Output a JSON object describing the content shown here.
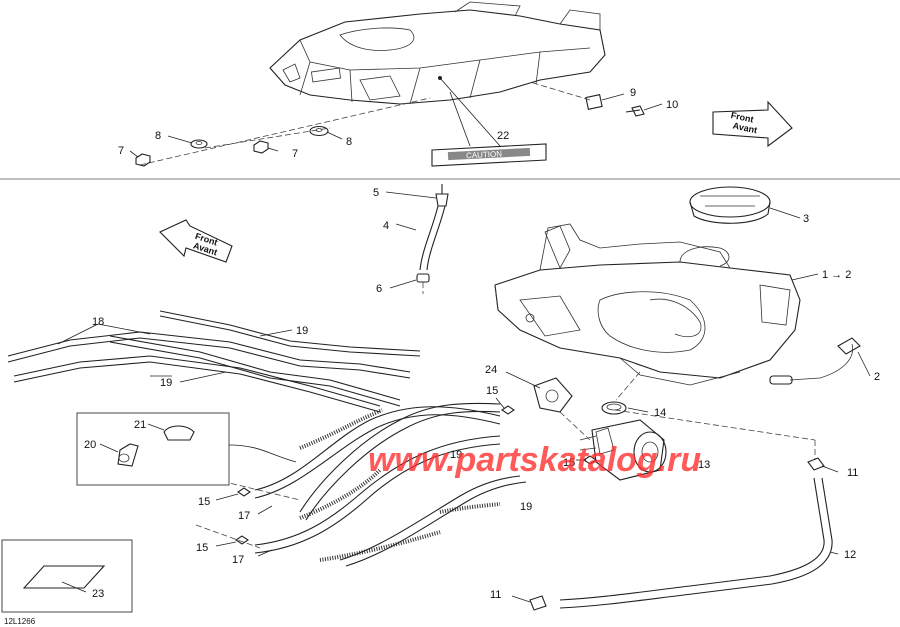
{
  "callouts": {
    "c1": "1 → 2",
    "c2": "2",
    "c3": "3",
    "c4": "4",
    "c5": "5",
    "c6": "6",
    "c7a": "7",
    "c7b": "7",
    "c8a": "8",
    "c8b": "8",
    "c9": "9",
    "c10": "10",
    "c11a": "11",
    "c11b": "11",
    "c12": "12",
    "c13": "13",
    "c14": "14",
    "c15a": "15",
    "c15b": "15",
    "c15c": "15",
    "c15d": "15",
    "c17a": "17",
    "c17b": "17",
    "c18": "18",
    "c19a": "19",
    "c19b": "19",
    "c19c": "19",
    "c19d": "19",
    "c20": "20",
    "c21": "21",
    "c22": "22",
    "c23": "23",
    "c24": "24"
  },
  "arrows": {
    "front_top_line1": "Front",
    "front_top_line2": "Avant",
    "front_mid_line1": "Front",
    "front_mid_line2": "Avant"
  },
  "decal_text": "CAUTION",
  "watermark": "www.partskatalog.ru",
  "figure_code": "12L1266",
  "colors": {
    "watermark": "#ff2a2a",
    "line": "#222222"
  }
}
